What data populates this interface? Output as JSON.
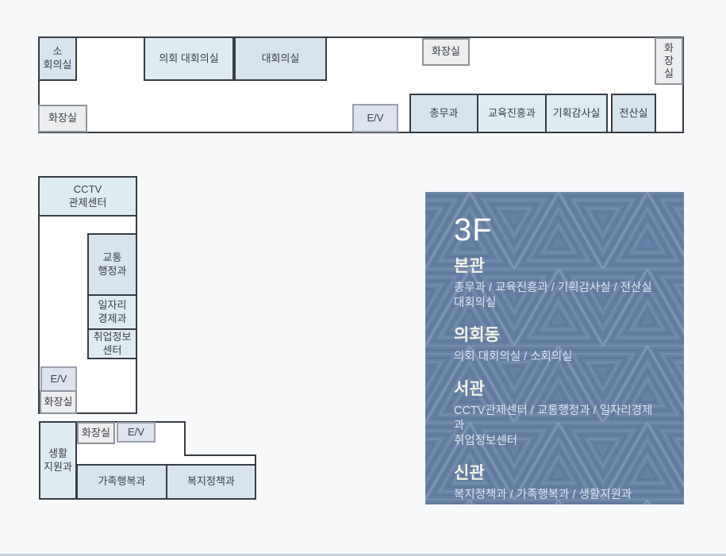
{
  "palette": {
    "page-bg": "#f6f8fa",
    "panel-bg": "#6681a5",
    "room-blue": "#d7e3ed",
    "room-blue-light": "#deecf2",
    "room-ev": "#dde4f0",
    "room-gray": "#ecedef",
    "outline-stroke": "#383d42",
    "gray-stroke": "#8f9499",
    "ev-stroke": "#9aa1ab",
    "heading-color": "#f4f1e7",
    "body-color": "#dce4f2",
    "footer-bar": "#ccd3e0"
  },
  "rooms": {
    "small_meeting": "소\n회의실",
    "council_main_meeting": "의회 대회의실",
    "main_meeting": "대회의실",
    "restroom_top": "화장실",
    "restroom_right": "화\n장\n실",
    "restroom_main_left": "화장실",
    "elevator_main": "E/V",
    "general_affairs": "총무과",
    "education_promotion": "교육진흥과",
    "planning_audit": "기획감사실",
    "computer_room": "전산실",
    "cctv_center": "CCTV\n관제센터",
    "traffic_admin": "교통\n행정과",
    "jobs_economy": "일자리\n경제과",
    "job_info_center": "취업정보\n센터",
    "elevator_west": "E/V",
    "restroom_west": "화장실",
    "living_support": "생활\n지원과",
    "restroom_new": "화장실",
    "elevator_new": "E/V",
    "family_happiness": "가족행복과",
    "welfare_policy": "복지정책과"
  },
  "panel": {
    "floor": "3F",
    "sections": [
      {
        "name": "본관",
        "lines": [
          "총무과 / 교육진흥과 / 기획감사실 / 전산실",
          "대회의실"
        ]
      },
      {
        "name": "의회동",
        "lines": [
          "의회 대회의실 / 소회의실"
        ]
      },
      {
        "name": "서관",
        "lines": [
          "CCTV관제센터 / 교통행정과 / 일자리경제과",
          "취업정보센터"
        ]
      },
      {
        "name": "신관",
        "lines": [
          "복지정책과 / 가족행복과 / 생활지원과"
        ]
      }
    ]
  }
}
